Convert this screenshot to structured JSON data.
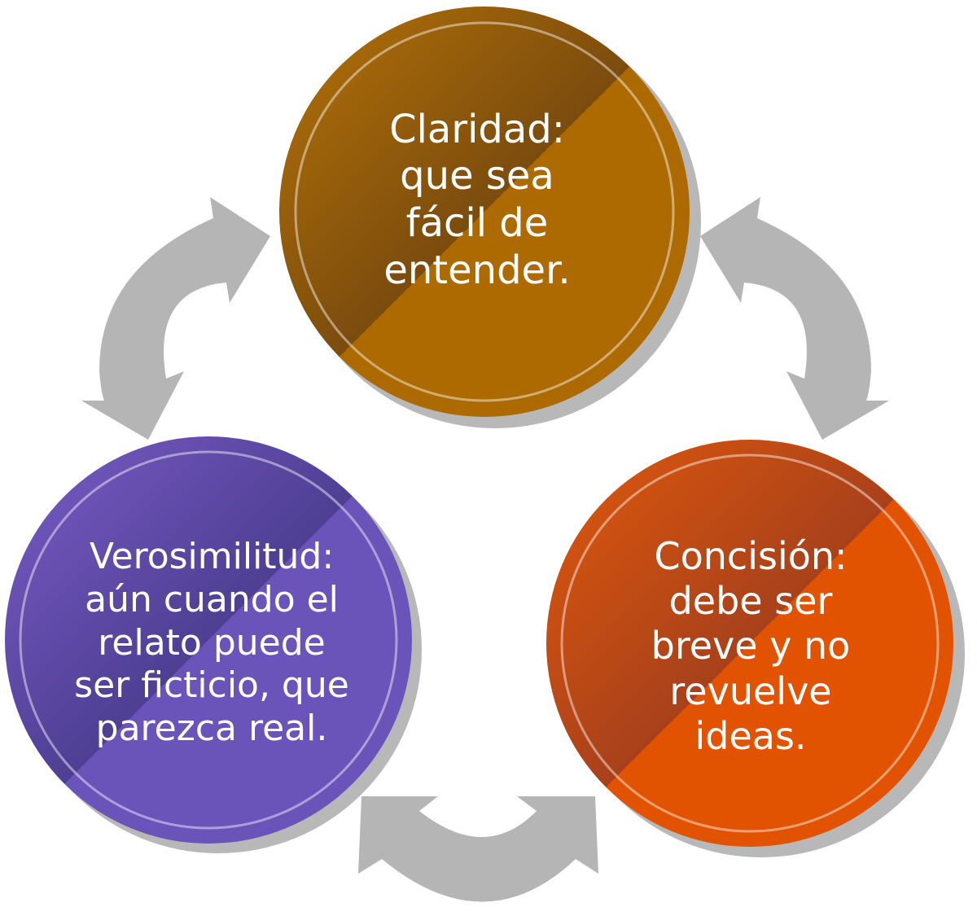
{
  "colors": {
    "arrow": "#b5b5b5",
    "top_circle": "#ad6a00",
    "right_circle": "#e15301",
    "left_circle": "#6a53b9",
    "text": "#ffffff"
  },
  "nodes": {
    "top": {
      "lines": [
        "Claridad:",
        "que sea",
        "fácil de",
        "entender."
      ]
    },
    "right": {
      "lines": [
        "Concisión:",
        "debe ser",
        "breve y no",
        "revuelve",
        "ideas."
      ]
    },
    "left": {
      "lines": [
        "Verosimilitud:",
        "aún cuando el",
        "relato puede",
        "ser ficticio, que",
        "parezca real."
      ]
    }
  }
}
